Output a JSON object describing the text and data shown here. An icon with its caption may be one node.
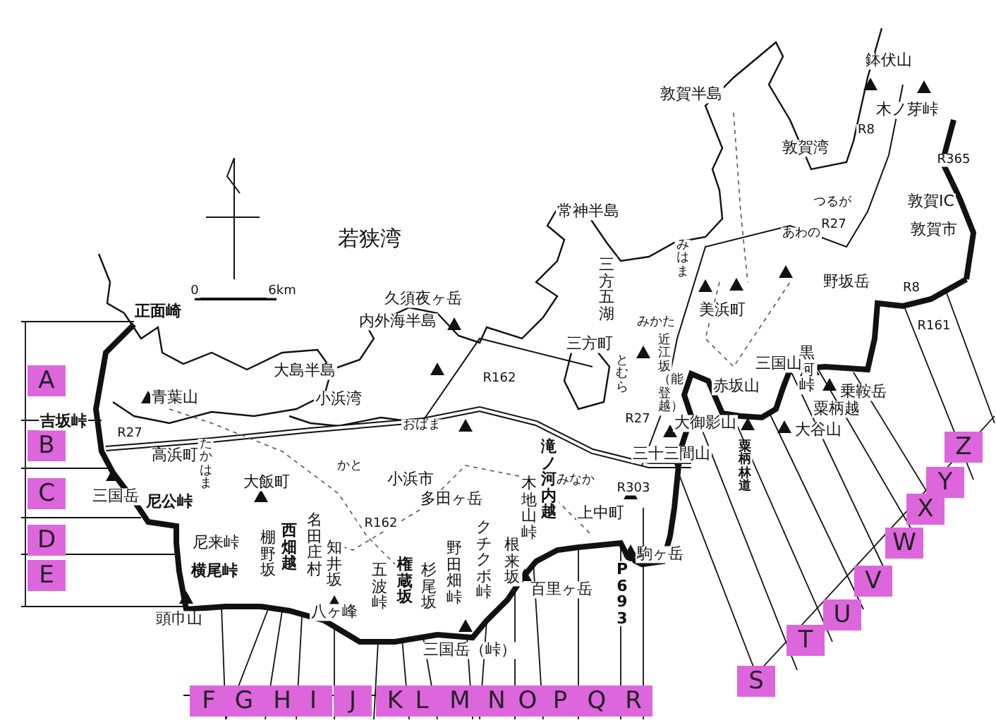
{
  "diagram": {
    "nodes": [
      {
        "text": [
          "A"
        ]
      },
      {
        "text": [
          "B"
        ]
      },
      {
        "text": [
          "C"
        ]
      },
      {
        "text": [
          "D"
        ]
      },
      {
        "text": [
          "E"
        ]
      },
      {
        "text": [
          "F"
        ]
      },
      {
        "text": [
          "G"
        ]
      },
      {
        "text": [
          "H"
        ]
      },
      {
        "text": [
          "I"
        ]
      },
      {
        "text": [
          "J"
        ]
      },
      {
        "text": [
          "K"
        ]
      },
      {
        "text": [
          "L"
        ]
      },
      {
        "text": [
          "M"
        ]
      },
      {
        "text": [
          "N"
        ]
      },
      {
        "text": [
          "O"
        ]
      },
      {
        "text": [
          "P"
        ]
      },
      {
        "text": [
          "Q"
        ]
      },
      {
        "text": [
          "R"
        ]
      },
      {
        "text": [
          "S"
        ]
      },
      {
        "text": [
          "T"
        ]
      },
      {
        "text": [
          "U"
        ]
      },
      {
        "text": [
          "V"
        ]
      },
      {
        "text": [
          "W"
        ]
      },
      {
        "text": [
          "X"
        ]
      },
      {
        "text": [
          "Y"
        ]
      },
      {
        "text": [
          "Z"
        ]
      }
    ],
    "labels": [
      "鉢伏山",
      "敦賀半島",
      "木ノ芽峠",
      "R8",
      "敦賀湾",
      "R365",
      "常神半島",
      "つるが",
      "敦賀IC",
      "若狭湾",
      "R27",
      "あわの",
      "敦賀市",
      "野坂岳",
      "みはま",
      "0",
      "6km",
      "久須夜ヶ岳",
      "内外海半島",
      "三方五湖",
      "R8",
      "美浜町",
      "みかた",
      "正面崎",
      "R161",
      "三方町",
      "近江坂（能登越）",
      "黒河峠",
      "大島半島",
      "とむら",
      "三国山",
      "乗鞍岳",
      "小浜湾",
      "R162",
      "青葉山",
      "赤坂山",
      "粟柄越",
      "R27",
      "吉坂峠",
      "R27",
      "大御影山",
      "大谷山",
      "おばま",
      "三十三間山",
      "高浜町",
      "たかはま",
      "かと",
      "粟柄林道",
      "小浜市",
      "大飯町",
      "滝ノ河内越",
      "みなか",
      "R303",
      "三国岳",
      "多田ヶ岳",
      "木地山峠",
      "上中町",
      "尼公峠",
      "R162",
      "尼来峠",
      "名田庄村",
      "棚野坂",
      "西畑越",
      "知井坂",
      "クチクボ峠",
      "野田畑峠",
      "根来坂",
      "駒ヶ岳",
      "横尾峠",
      "五波峠",
      "権蔵坂",
      "杉尾坂",
      "百里ヶ岳",
      "P693",
      "頭巾山",
      "八ヶ峰",
      "三国岳（峠）"
    ]
  }
}
